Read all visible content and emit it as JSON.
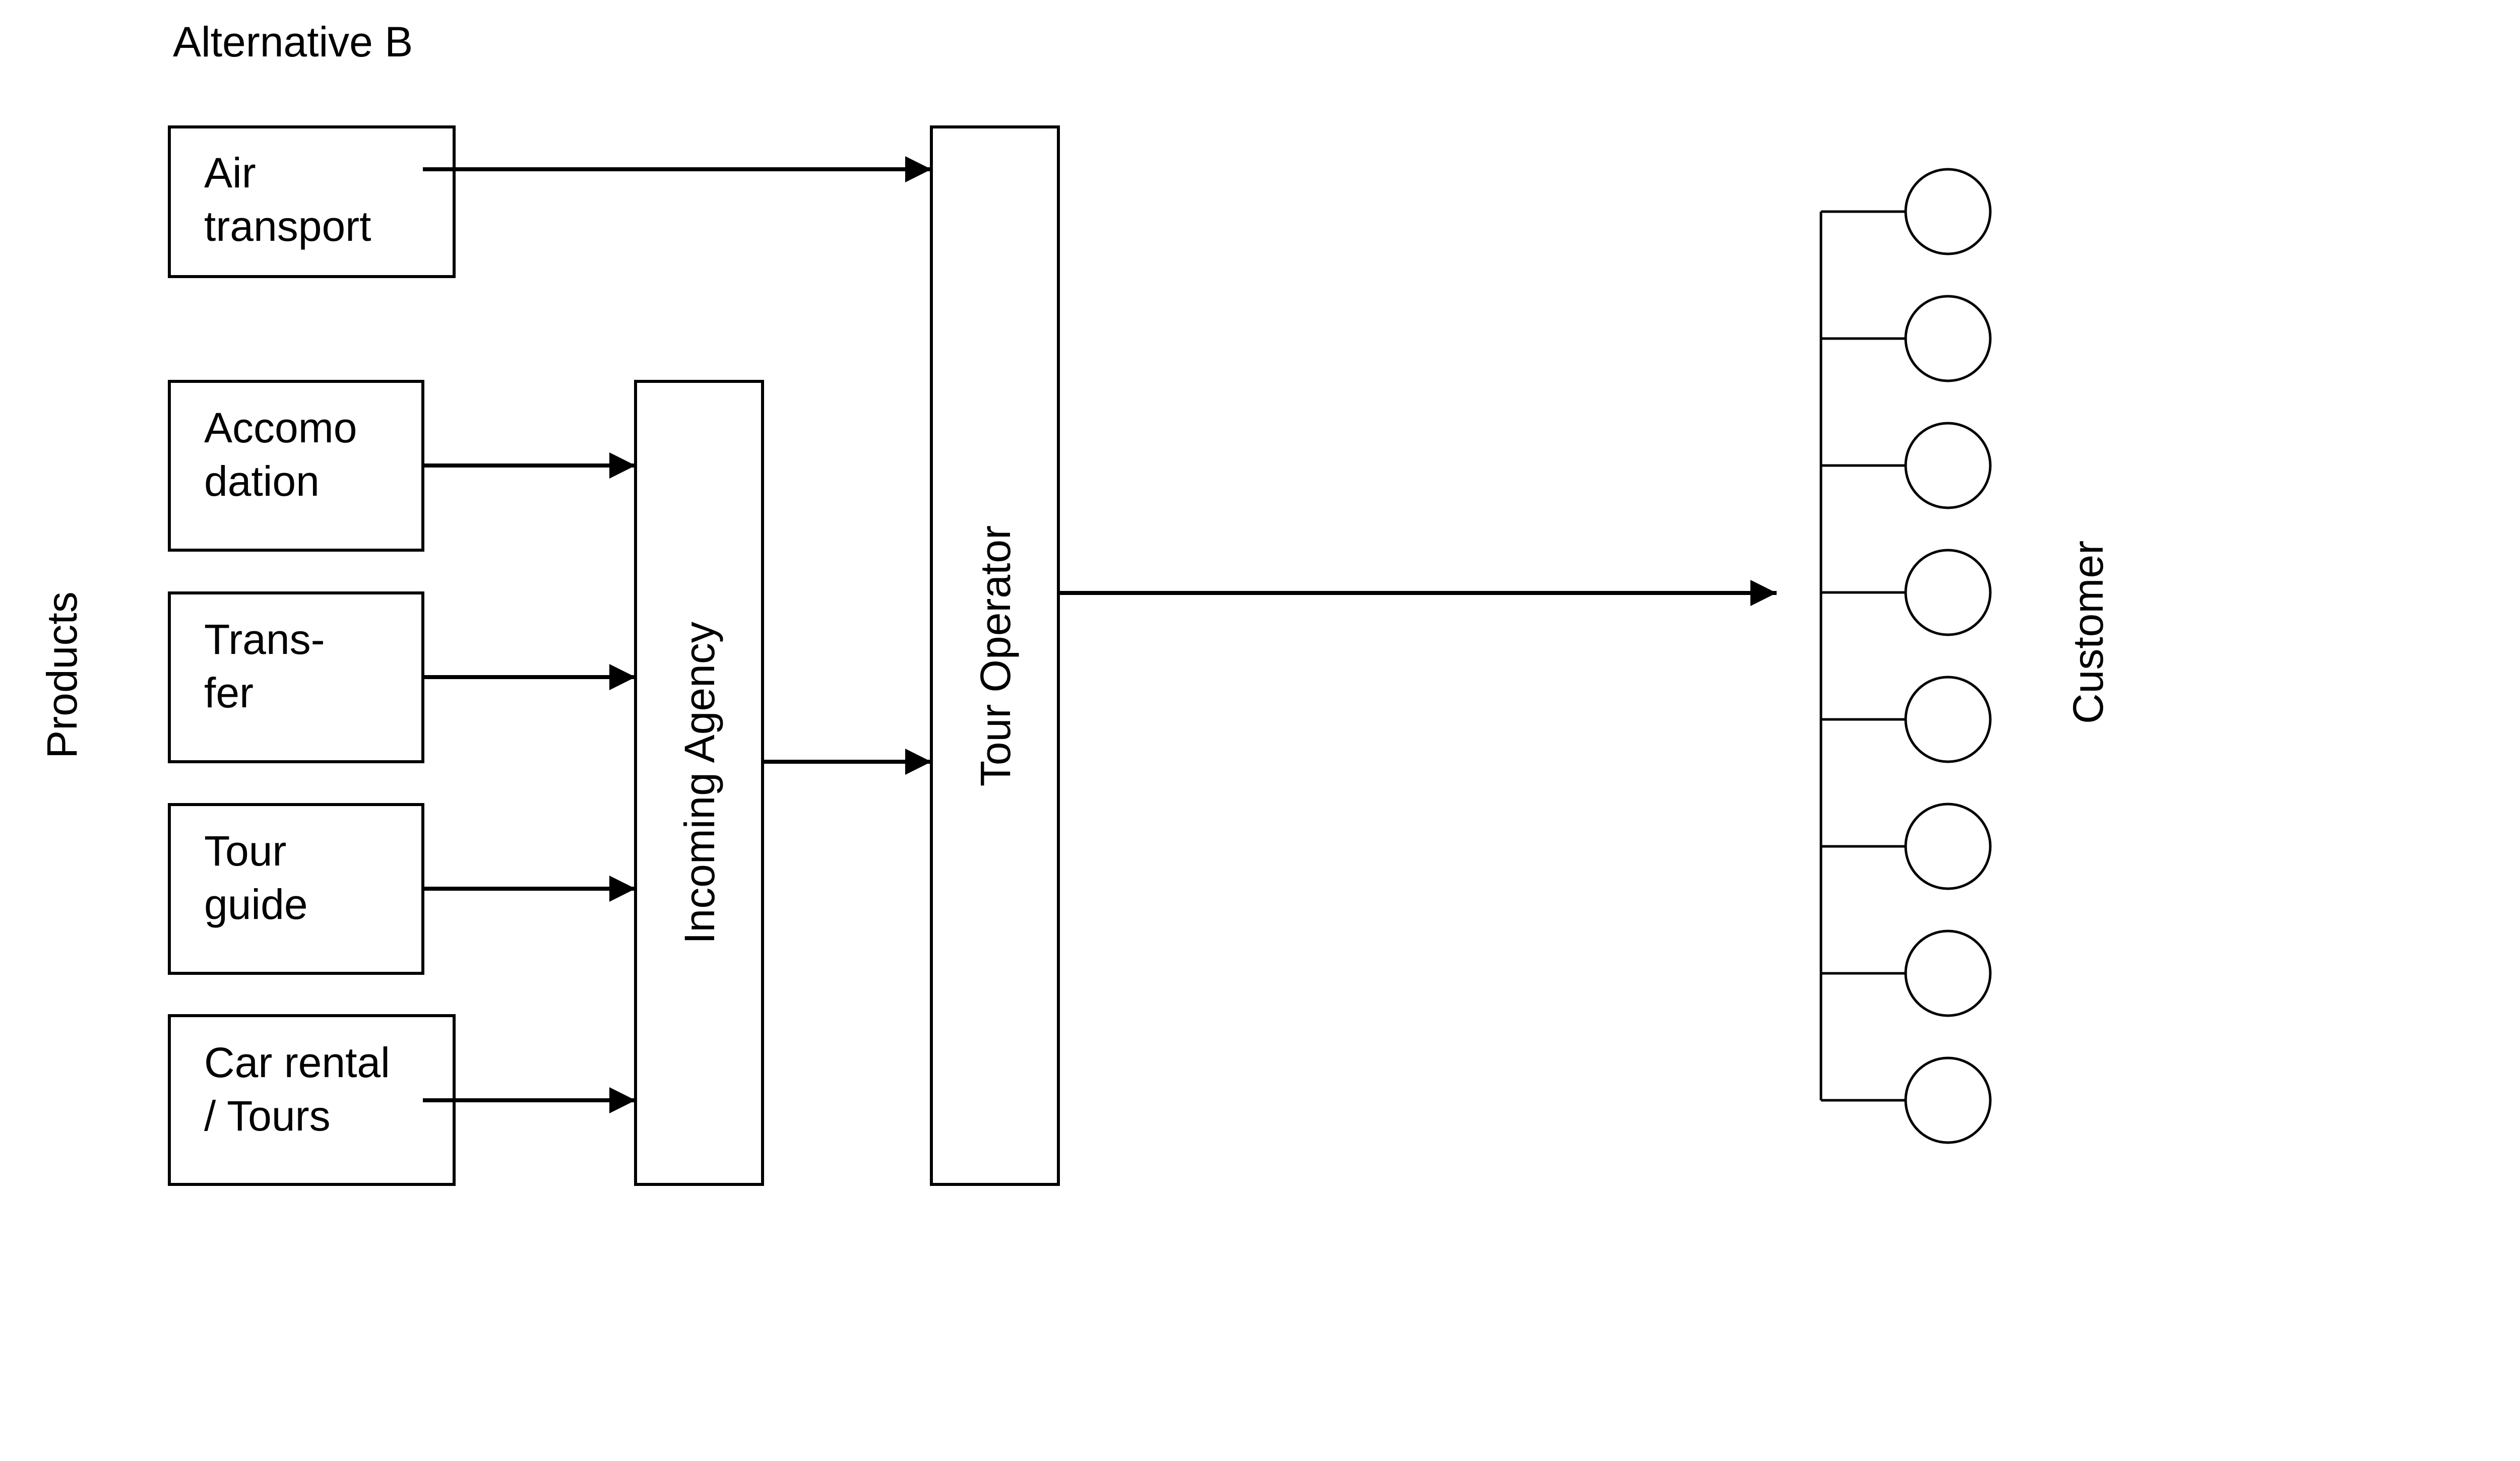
{
  "title": "Alternative B",
  "side_labels": {
    "products": "Products",
    "customer": "Customer"
  },
  "products": [
    {
      "id": "air-transport",
      "lines": [
        "Air",
        "transport"
      ],
      "target": "tour-operator"
    },
    {
      "id": "accommodation",
      "lines": [
        "Accomo",
        "dation"
      ],
      "target": "incoming-agency"
    },
    {
      "id": "transfer",
      "lines": [
        "Trans-",
        "fer"
      ],
      "target": "incoming-agency"
    },
    {
      "id": "tour-guide",
      "lines": [
        "Tour",
        "guide"
      ],
      "target": "incoming-agency"
    },
    {
      "id": "car-rental",
      "lines": [
        "Car rental",
        "/ Tours"
      ],
      "target": "incoming-agency"
    }
  ],
  "intermediaries": {
    "incoming_agency": "Incoming Agency",
    "tour_operator": "Tour Operator"
  },
  "customer_count": 8,
  "colors": {
    "line": "#000000",
    "background": "#ffffff"
  }
}
